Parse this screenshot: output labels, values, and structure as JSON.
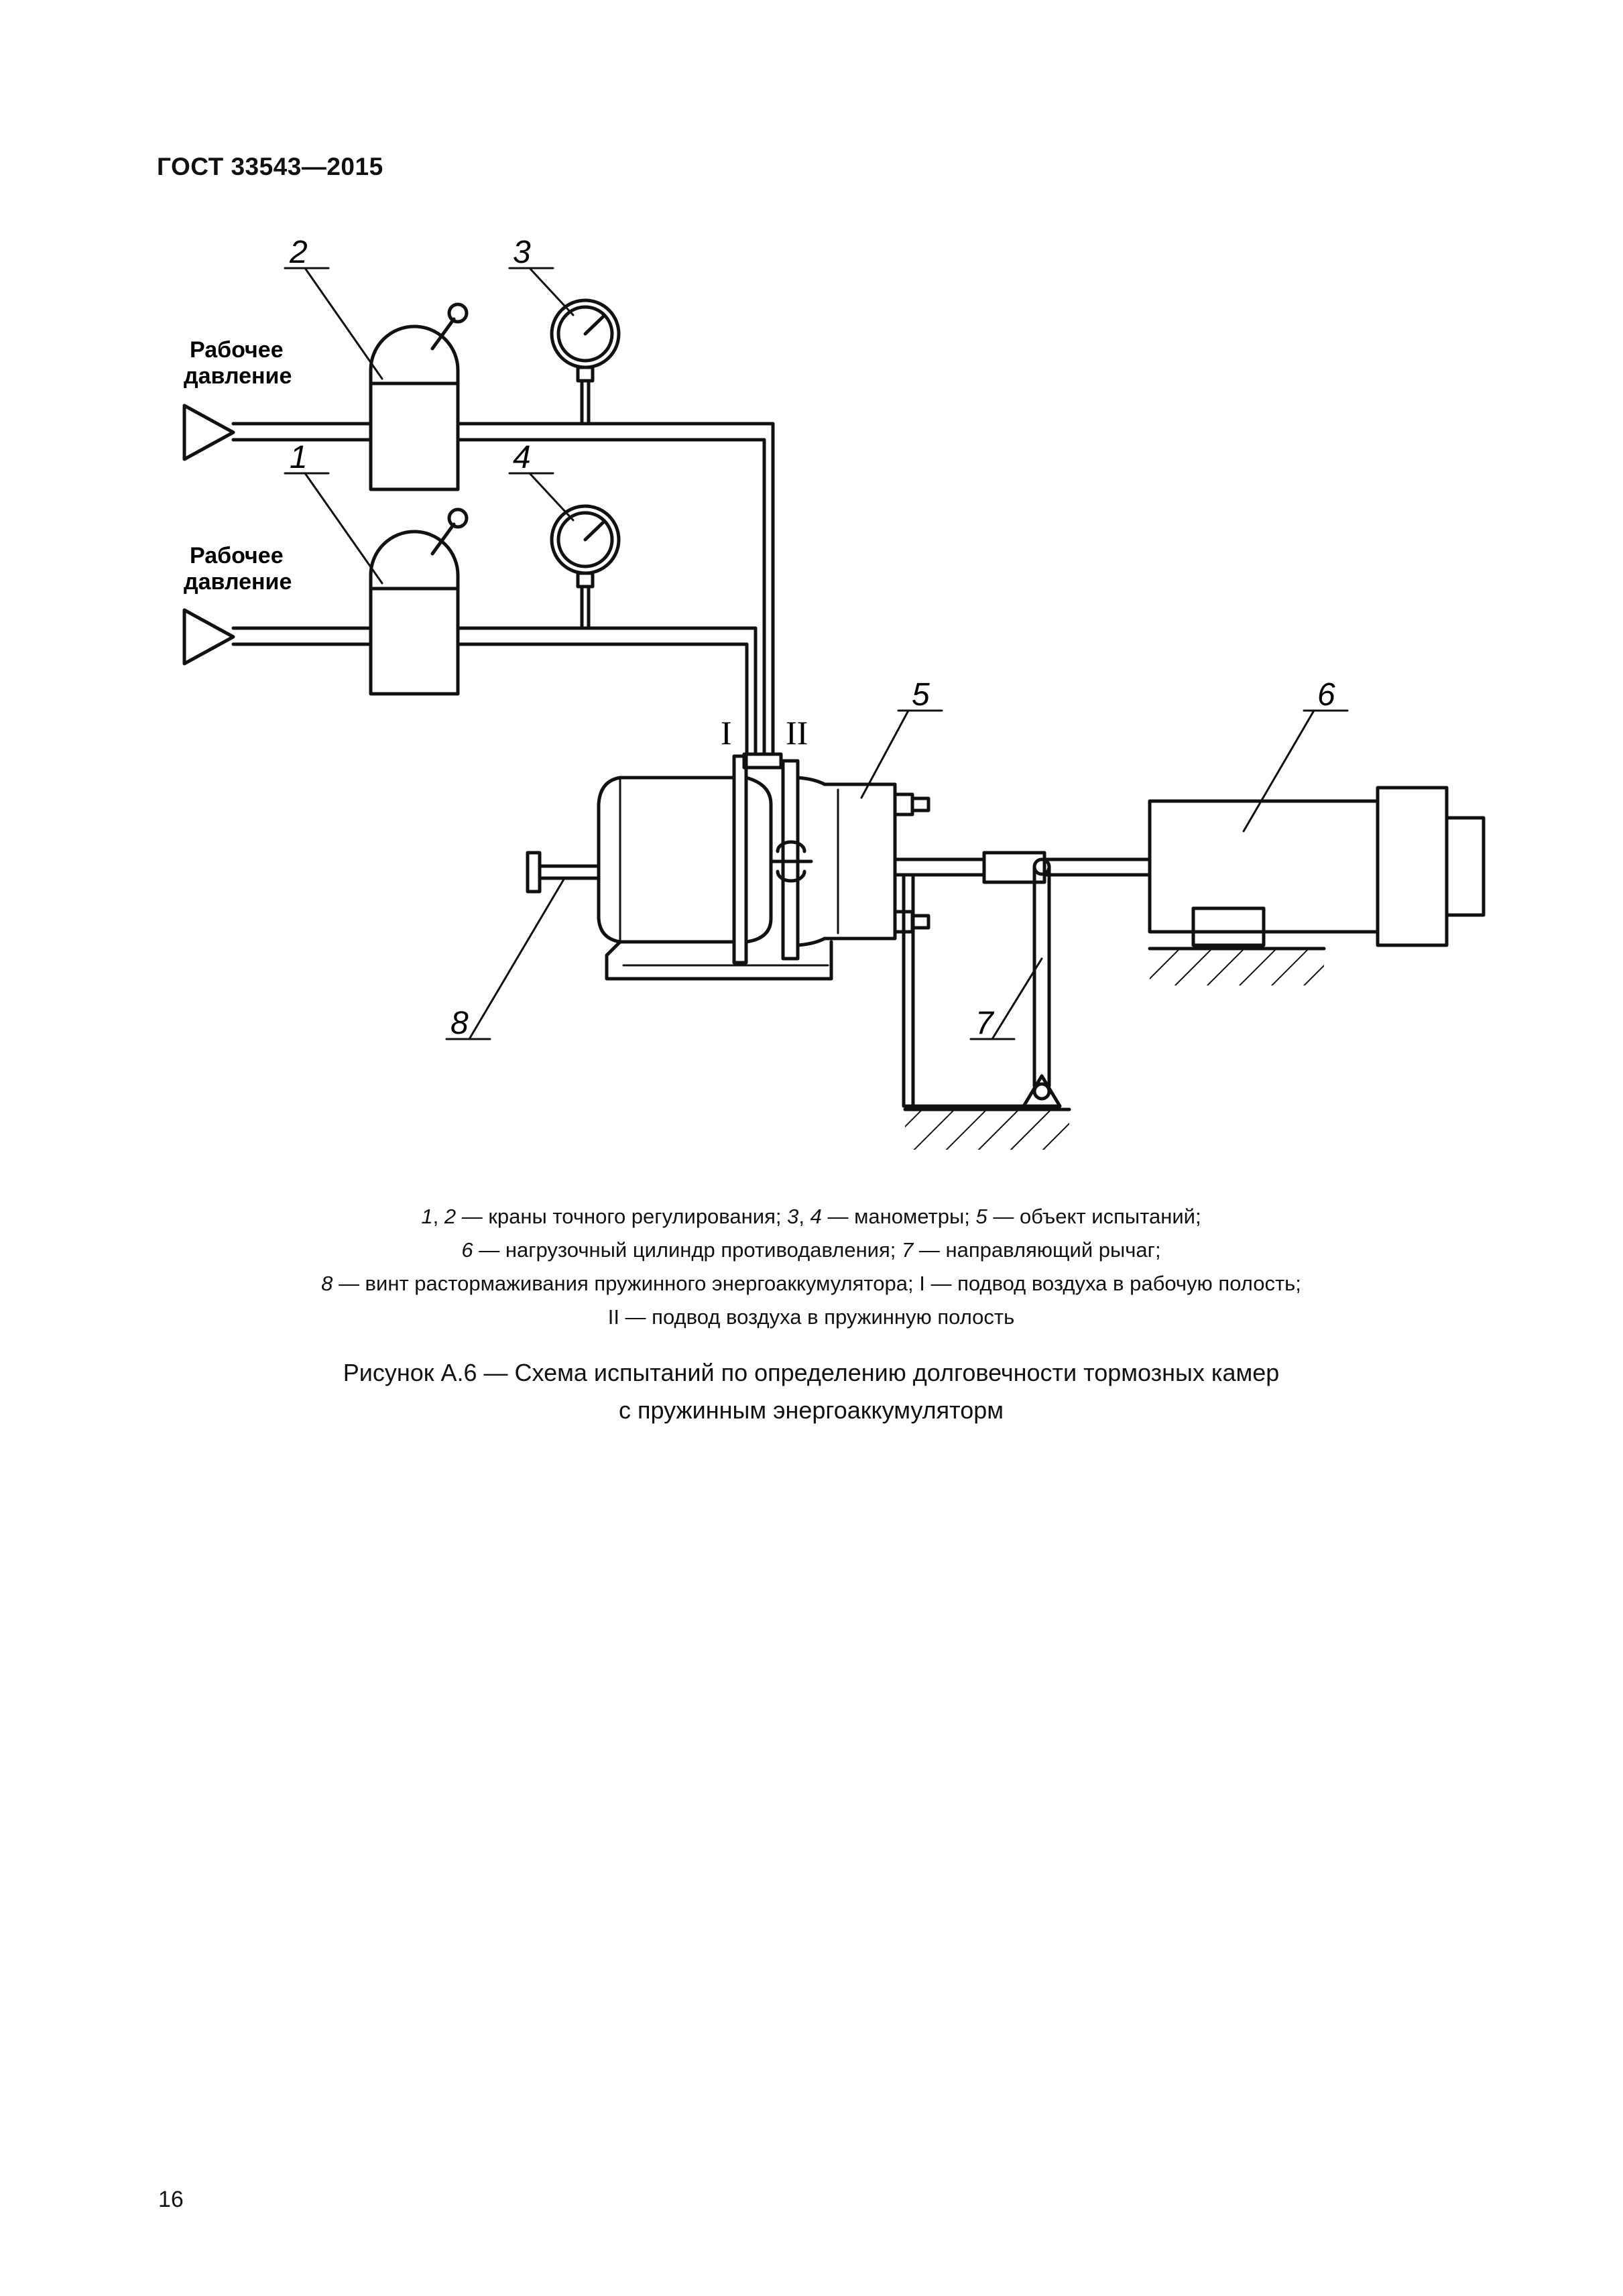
{
  "header": {
    "standard": "ГОСТ 33543—2015"
  },
  "figure": {
    "labels": {
      "n1": "1",
      "n2": "2",
      "n3": "3",
      "n4": "4",
      "n5": "5",
      "n6": "6",
      "n7": "7",
      "n8": "8"
    },
    "ports": {
      "p1": "I",
      "p2": "II"
    },
    "inlet_top": {
      "line1": "Рабочее",
      "line2": "давление"
    },
    "inlet_bottom": {
      "line1": "Рабочее",
      "line2": "давление"
    }
  },
  "legend": {
    "line1": {
      "k1": "1",
      "sep1": ", ",
      "k2": "2",
      "t1": " — краны точного регулирования; ",
      "k3": "3",
      "sep2": ", ",
      "k4": "4",
      "t2": " — манометры; ",
      "k5": "5",
      "t3": " — объект испытаний;"
    },
    "line2": {
      "k6": "6",
      "t1": " — нагрузочный цилиндр противодавления; ",
      "k7": "7",
      "t2": " — направляющий рычаг;"
    },
    "line3": {
      "k8": "8",
      "t1": " — винт растормаживания пружинного энергоаккумулятора; I — подвод воздуха в рабочую полость;"
    },
    "line4": {
      "t1": "II — подвод воздуха в пружинную полость"
    }
  },
  "caption": {
    "line1": "Рисунок А.6  — Схема испытаний по определению долговечности тормозных камер",
    "line2": "с пружинным энергоаккумуляторм"
  },
  "page_number": "16"
}
